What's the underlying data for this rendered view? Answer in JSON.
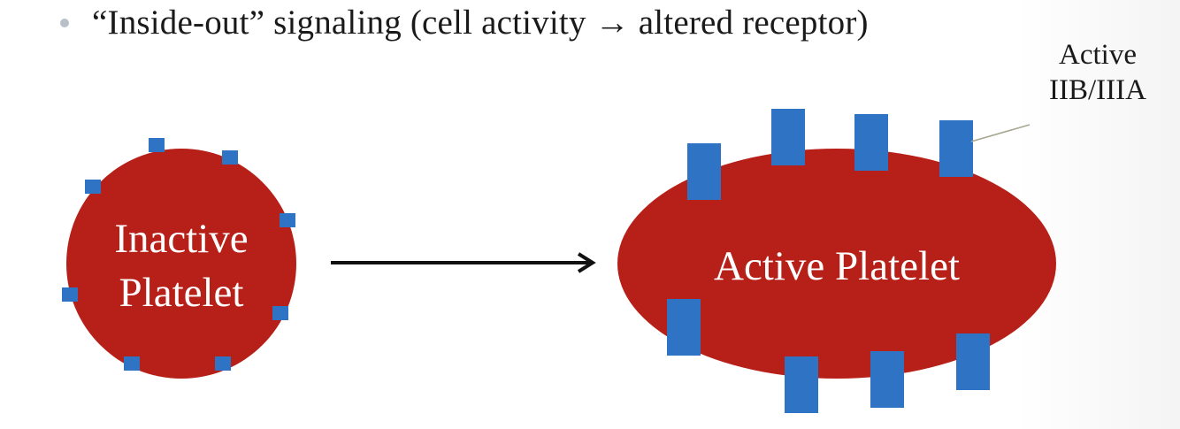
{
  "bullet": {
    "text": "“Inside-out” signaling (cell activity → altered receptor)"
  },
  "inactive_platelet": {
    "line1": "Inactive",
    "line2": "Platelet"
  },
  "active_platelet": {
    "label": "Active Platelet"
  },
  "callout": {
    "line1": "Active",
    "line2": "IIB/IIIA"
  },
  "colors": {
    "platelet": "#b72018",
    "receptor": "#2f74c4",
    "arrow": "#111111",
    "bullet_dot": "#b9c0c7",
    "footer_text": "#3a88c4"
  },
  "footer": {
    "text": ""
  }
}
